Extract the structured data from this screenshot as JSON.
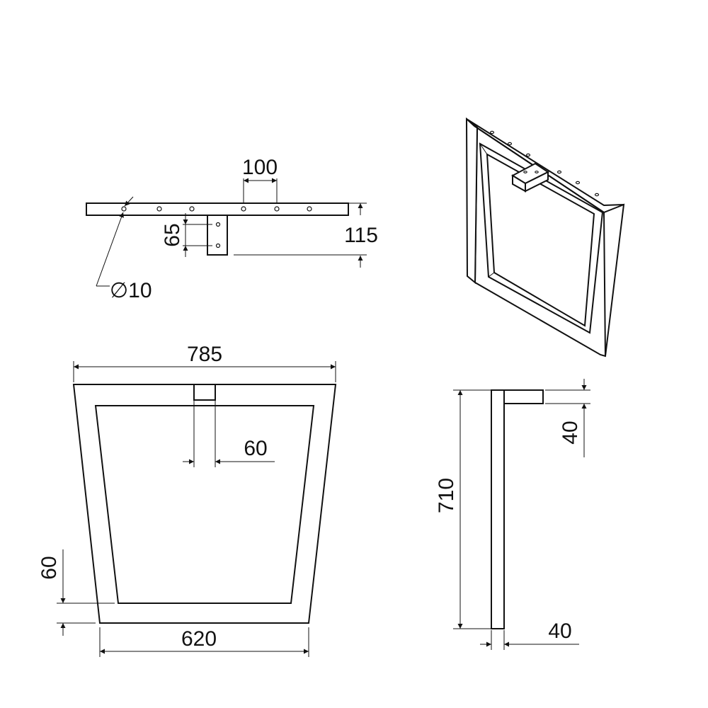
{
  "colors": {
    "line": "#111111",
    "background": "#ffffff"
  },
  "top_view": {
    "spacing_label": "100",
    "bracket_height_label": "65",
    "total_height_label": "115",
    "hole_diameter_label": "∅10"
  },
  "front_view": {
    "top_width_label": "785",
    "bracket_width_label": "60",
    "bar_width_label": "60",
    "bottom_width_label": "620"
  },
  "side_view": {
    "height_label": "710",
    "bracket_thickness_label": "40",
    "bar_thickness_label": "40"
  },
  "iso_view": {}
}
